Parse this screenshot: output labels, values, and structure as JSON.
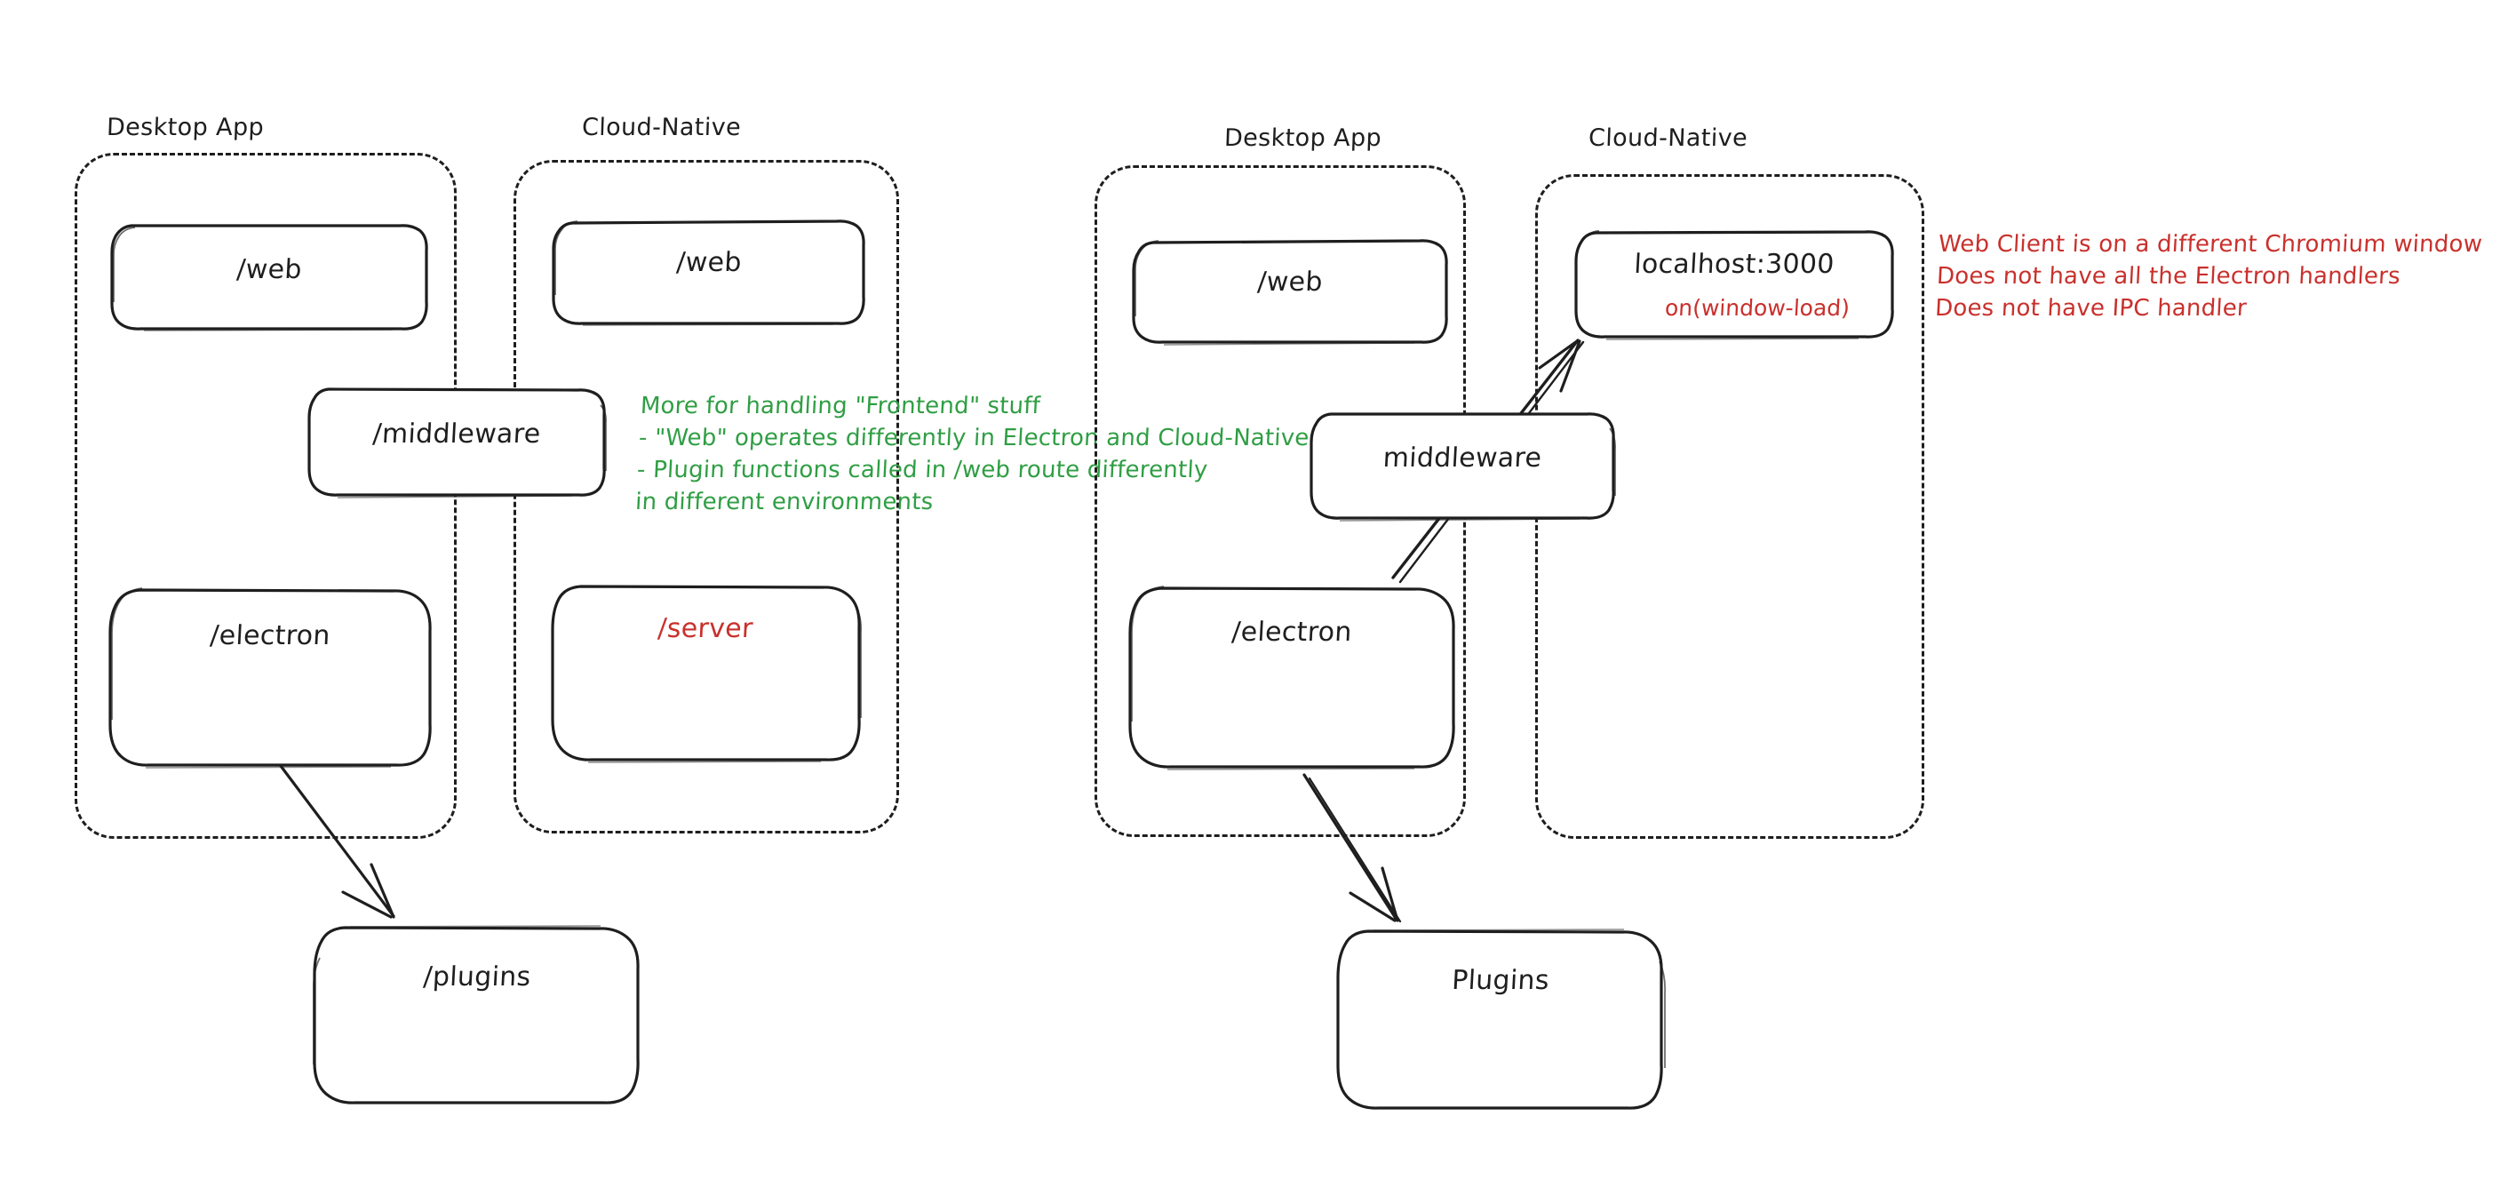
{
  "diagram": {
    "title": "Electron Desktop App vs Cloud-Native architecture sketch",
    "background": "#ffffff",
    "colors": {
      "stroke": "#1e1e1e",
      "red": "#c9302c",
      "green": "#2f9e44"
    }
  },
  "groups": [
    {
      "id": "left-desktop",
      "label": "Desktop App"
    },
    {
      "id": "left-cloud",
      "label": "Cloud-Native"
    },
    {
      "id": "right-desktop",
      "label": "Desktop App"
    },
    {
      "id": "right-cloud",
      "label": "Cloud-Native"
    }
  ],
  "left_diagram": {
    "desktop": {
      "label": "Desktop App",
      "nodes": [
        {
          "id": "l-web",
          "label": "/web",
          "color": "black"
        },
        {
          "id": "l-electron",
          "label": "/electron",
          "color": "black"
        }
      ]
    },
    "cloud": {
      "label": "Cloud-Native",
      "nodes": [
        {
          "id": "l-web2",
          "label": "/web",
          "color": "black"
        },
        {
          "id": "l-server",
          "label": "/server",
          "color": "red"
        }
      ]
    },
    "shared": [
      {
        "id": "l-middleware",
        "label": "/middleware",
        "color": "black"
      }
    ],
    "external": [
      {
        "id": "l-plugins",
        "label": "/plugins",
        "color": "black"
      }
    ],
    "note": {
      "color": "#2f9e44",
      "lines": [
        "More for handling \"Frontend\" stuff",
        "- \"Web\" operates differently in Electron and Cloud-Native",
        "- Plugin functions called in /web route differently",
        "in different environments"
      ]
    }
  },
  "right_diagram": {
    "desktop": {
      "label": "Desktop App",
      "nodes": [
        {
          "id": "r-web",
          "label": "/web",
          "color": "black"
        },
        {
          "id": "r-electron",
          "label": "/electron",
          "color": "black"
        }
      ]
    },
    "cloud": {
      "label": "Cloud-Native",
      "nodes": [
        {
          "id": "r-localhost",
          "label": "localhost:3000",
          "sublabel": "on(window-load)",
          "color": "black",
          "sublabel_color": "red"
        }
      ]
    },
    "shared": [
      {
        "id": "r-middleware",
        "label": "middleware",
        "color": "black"
      }
    ],
    "external": [
      {
        "id": "r-plugins",
        "label": "Plugins",
        "color": "black"
      }
    ],
    "note": {
      "color": "#c9302c",
      "lines": [
        "Web Client is on a different Chromium window",
        "Does not have all the Electron handlers",
        "Does not have IPC handler"
      ]
    }
  },
  "arrows": [
    {
      "id": "left-electron-to-plugins",
      "from": "/electron",
      "to": "/plugins"
    },
    {
      "id": "right-electron-to-plugins",
      "from": "/electron",
      "to": "Plugins"
    },
    {
      "id": "right-electron-to-localhost",
      "from": "/electron",
      "to": "localhost:3000"
    }
  ]
}
